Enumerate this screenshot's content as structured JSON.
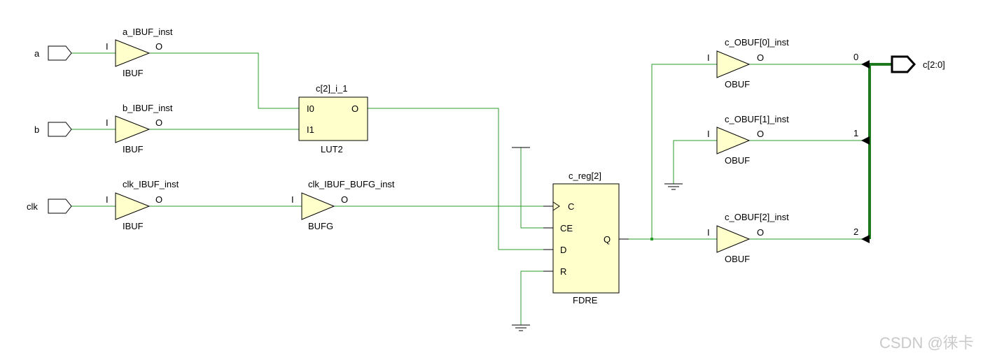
{
  "diagram": {
    "colors": {
      "wire": "#2a9d2a",
      "bus": "#1f7a1f",
      "cell_fill": "#ffffcc",
      "outline": "#000000"
    },
    "input_ports": {
      "a": "a",
      "b": "b",
      "clk": "clk"
    },
    "output_port": "c[2:0]",
    "a_ibuf": {
      "name": "a_IBUF_inst",
      "type": "IBUF",
      "in": "I",
      "out": "O"
    },
    "b_ibuf": {
      "name": "b_IBUF_inst",
      "type": "IBUF",
      "in": "I",
      "out": "O"
    },
    "clk_ibuf": {
      "name": "clk_IBUF_inst",
      "type": "IBUF",
      "in": "I",
      "out": "O"
    },
    "bufg": {
      "name": "clk_IBUF_BUFG_inst",
      "type": "BUFG",
      "in": "I",
      "out": "O"
    },
    "lut": {
      "name": "c[2]_i_1",
      "type": "LUT2",
      "i0": "I0",
      "i1": "I1",
      "out": "O"
    },
    "ff": {
      "name": "c_reg[2]",
      "type": "FDRE",
      "c": "C",
      "ce": "CE",
      "d": "D",
      "r": "R",
      "q": "Q"
    },
    "obuf0": {
      "name": "c_OBUF[0]_inst",
      "type": "OBUF",
      "in": "I",
      "out": "O",
      "bit": "0"
    },
    "obuf1": {
      "name": "c_OBUF[1]_inst",
      "type": "OBUF",
      "in": "I",
      "out": "O",
      "bit": "1"
    },
    "obuf2": {
      "name": "c_OBUF[2]_inst",
      "type": "OBUF",
      "in": "I",
      "out": "O",
      "bit": "2"
    },
    "watermark": "CSDN @徕卡"
  }
}
